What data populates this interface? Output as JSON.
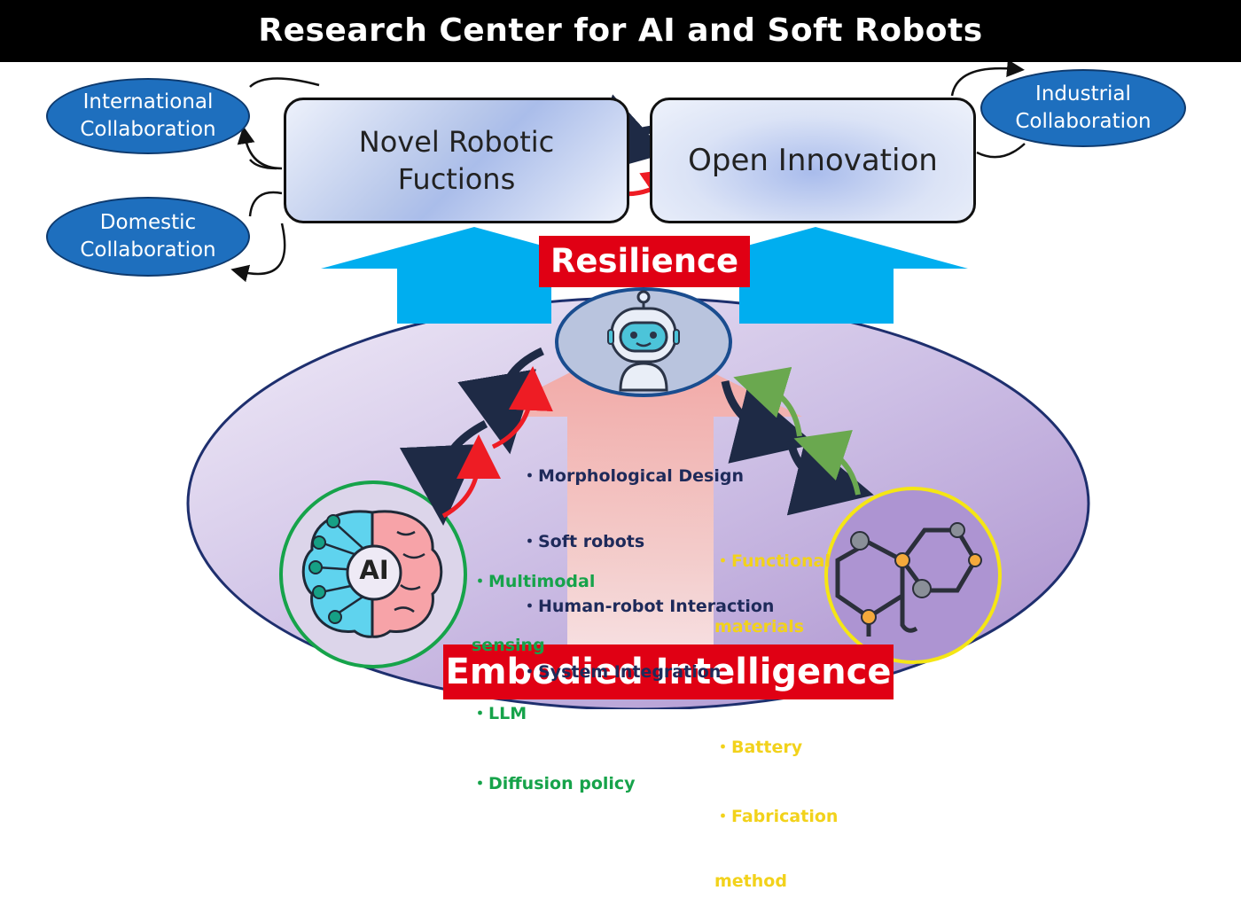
{
  "title": "Research Center for AI and Soft Robots",
  "boxes": {
    "novel_line1": "Novel Robotic",
    "novel_line2": "Fuctions",
    "open": "Open Innovation"
  },
  "collaborations": {
    "international_line1": "International",
    "international_line2": "Collaboration",
    "domestic_line1": "Domestic",
    "domestic_line2": "Collaboration",
    "industrial_line1": "Industrial",
    "industrial_line2": "Collaboration"
  },
  "labels": {
    "resilience": "Resilience",
    "embodied": "Embodied Intelligence",
    "ai": "AI"
  },
  "robot_items": [
    "・Morphological Design",
    "・Soft robots",
    "・Human-robot Interaction",
    "・System Integration"
  ],
  "ai_items": [
    "・Multimodal",
    "sensing",
    "・LLM",
    "・Diffusion policy"
  ],
  "material_items": [
    "・Functional",
    "materials",
    "",
    "・Battery",
    "・Fabrication",
    "method"
  ],
  "colors": {
    "title_bg": "#000000",
    "collab_blue": "#1e6fbe",
    "label_red": "#e00014",
    "up_arrow": "#00aeef",
    "ellipse_purple": "#b9a6d8",
    "ai_circle": "#16a34a",
    "material_circle": "#f5e614",
    "robot_circle": "#1a4d8f"
  }
}
